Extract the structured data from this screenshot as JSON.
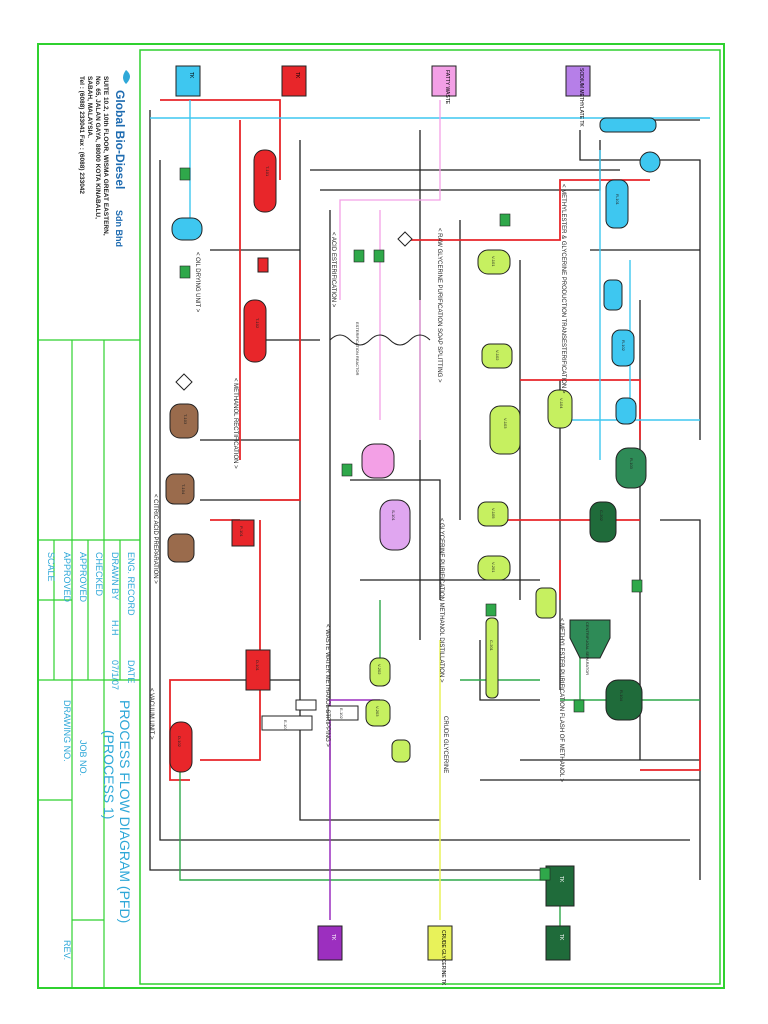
{
  "company": {
    "logo_text": "Global Bio-Diesel",
    "suffix": "Sdn Bhd",
    "address": [
      "SUITE 10.2, 10th FLOOR, WISMA GREAT EASTERN,",
      "No. 65, JALAN GAYA, 88000 KOTA KINABALU,",
      "SABAH, MALAYSIA.",
      "Tel : (6088) 233041    Fax : (6088) 233042"
    ]
  },
  "title_block": {
    "eng_record": "ENG. RECORD",
    "date_label": "DATE",
    "drawn_by": "DRAWN BY",
    "drawn_by_value": "H.H",
    "date_value": "07/1/07",
    "checked": "CHECKED",
    "approved1": "APPROVED",
    "approved2": "APPROVED",
    "scale": "SCALE",
    "title_line1": "PROCESS FLOW DIAGRAM (PFD)",
    "title_line2": "(PROCESS 1)",
    "job_no": "JOB NO.",
    "drawing_no": "DRAWING NO.",
    "rev": "REV."
  },
  "units": [
    "< OIL DRYING UNIT >",
    "< ACID ESTERIFICATION >",
    "< RAW GLYCERINE PURIFICATION SOAP SPLITTING >",
    "< METHYLESTER & GLYCERINE PRODUCTION TRANSESTERIFICATION >",
    "< METHANOL RECTIFICATION >",
    "< CITRIC ACID PREPARATION >",
    "< GLYCERINE PURIFICATION METHANOL DISTILLATION >",
    "< METHYLESTER PURIFICATION FLASH OF METHANOL >",
    "< WASTE WATER METHANOL STRIPPING >",
    "< VACUUM UNIT >",
    "CRUDE GLYCERINE",
    "ESTERIFICATION REACTOR",
    "CENTRIFUGAL SEPARATOR"
  ],
  "tanks_top": [
    {
      "label": "TK",
      "color": "#3ec7f0"
    },
    {
      "label": "TK",
      "color": "#e8262a"
    },
    {
      "label": "FATTY WASTE",
      "color": "#f3a0e6"
    },
    {
      "label": "SODIUM METHYLATE TK",
      "color": "#b67fe8"
    }
  ],
  "tanks_bottom": [
    {
      "label": "TK",
      "color": "#9c2fbf"
    },
    {
      "label": "CRUDE GLYCERINE TK",
      "color": "#e8f25a"
    },
    {
      "label": "TK",
      "color": "#1f6b3a"
    },
    {
      "label": "TK",
      "color": "#1f6b3a"
    }
  ],
  "equipment_tags": [
    "T-101",
    "T-102",
    "T-103",
    "T-104",
    "R-101",
    "R-102",
    "R-103",
    "R-104",
    "V-101",
    "V-102",
    "V-103",
    "V-104",
    "V-105",
    "V-201",
    "V-202",
    "V-203",
    "C-201",
    "C-202",
    "E-101",
    "E-102",
    "D-101",
    "D-102",
    "P-101",
    "S-101"
  ],
  "colors": {
    "border": "#2fd12f",
    "title_text": "#2fa8d8",
    "red": "#e8262a",
    "cyan": "#3ec7f0",
    "green_light": "#c6f060",
    "green_dark": "#1f6b3a",
    "brown": "#9a6b4c",
    "pink": "#f3a0e6",
    "violet": "#9c2fbf",
    "yellow": "#e8f25a",
    "line": "#222222"
  }
}
